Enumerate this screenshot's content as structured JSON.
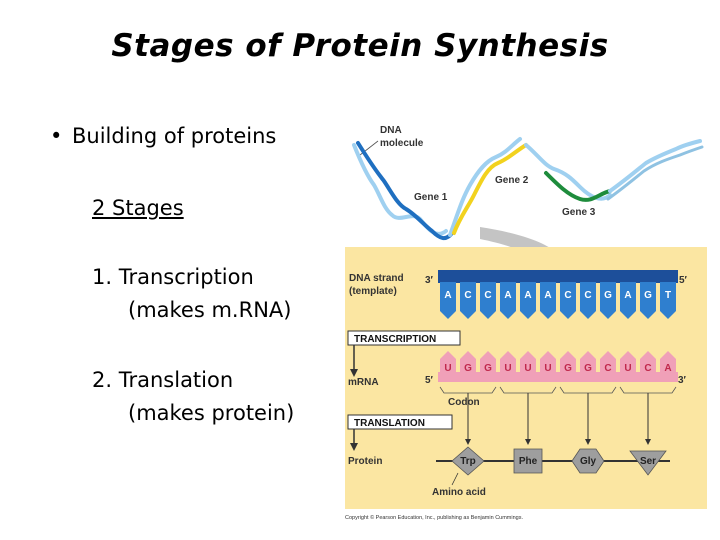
{
  "slide": {
    "title": "Stages of Protein Synthesis",
    "bullet_symbol": "•",
    "bullet_text": "Building of proteins",
    "stages_heading": "2 Stages",
    "list": [
      {
        "number": "1.",
        "title": "Transcription",
        "note": "(makes m.RNA)"
      },
      {
        "number": "2.",
        "title": "Translation",
        "note": "(makes protein)"
      }
    ]
  },
  "figure": {
    "dna_label_1": "DNA",
    "dna_label_2": "molecule",
    "gene1": "Gene 1",
    "gene2": "Gene 2",
    "gene3": "Gene 3",
    "dna_strand_label_1": "DNA strand",
    "dna_strand_label_2": "(template)",
    "prime3": "3′",
    "prime5": "5′",
    "dna_bases": [
      "A",
      "C",
      "C",
      "A",
      "A",
      "A",
      "C",
      "C",
      "G",
      "A",
      "G",
      "T"
    ],
    "transcription_label": "TRANSCRIPTION",
    "mrna_label": "mRNA",
    "mrna_bases": [
      "U",
      "G",
      "G",
      "U",
      "U",
      "U",
      "G",
      "G",
      "C",
      "U",
      "C",
      "A"
    ],
    "codon_label": "Codon",
    "translation_label": "TRANSLATION",
    "protein_label": "Protein",
    "amino_acids": [
      "Trp",
      "Phe",
      "Gly",
      "Ser"
    ],
    "amino_acid_label": "Amino acid",
    "copyright": "Copyright © Pearson Education, Inc., publishing as Benjamin Cummings.",
    "colors": {
      "panel": "#fbe6a2",
      "dna_blue": "#2f7fcf",
      "dna_dark": "#1d4f9a",
      "mrna_pink": "#f0a0b8",
      "mrna_text": "#c0284c",
      "amino_gray": "#9e9e9e",
      "gene1_blue": "#1f6fc0",
      "gene2_yellow": "#f2d21e",
      "gene3_green": "#1e8c3c",
      "arrow_gray": "#c4c4c4"
    }
  }
}
